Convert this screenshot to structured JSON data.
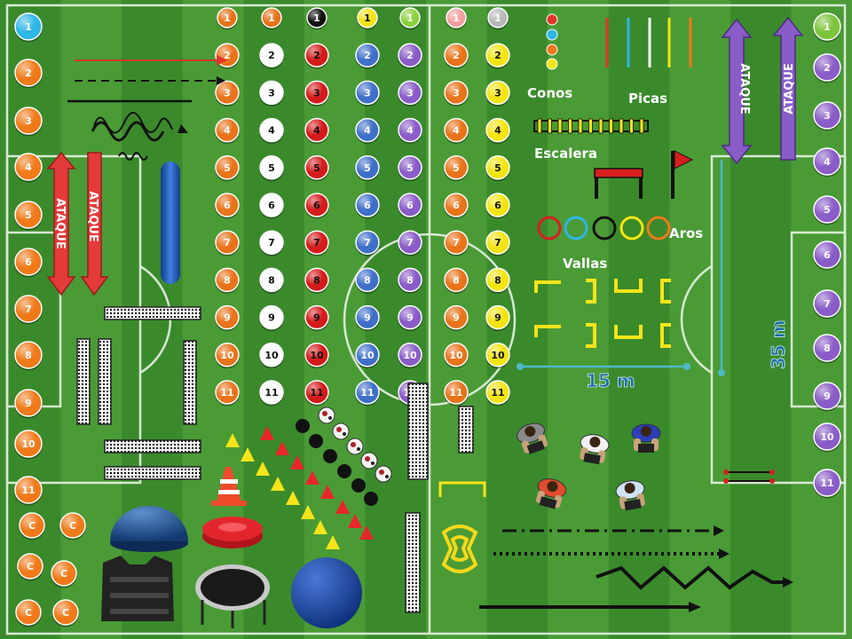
{
  "colors": {
    "grass_dark": "#3a8a2c",
    "grass_light": "#4a9b36",
    "line": "#e9f3e5",
    "token_orange": "#f07a1a",
    "token_cyan": "#2eb6e6",
    "token_purple": "#8a5cc8",
    "token_red": "#d81e1e"
  },
  "token_columns": {
    "rows": [
      "1",
      "2",
      "3",
      "4",
      "5",
      "6",
      "7",
      "8",
      "9",
      "10",
      "11"
    ],
    "columns": [
      {
        "fill": "#e8731a",
        "text": "#ffffff"
      },
      {
        "fill": "#ffffff",
        "text": "#111111"
      },
      {
        "fill": "#d41b1b",
        "text": "#111111"
      },
      {
        "fill": "#3f6fc8",
        "text": "#ffffff"
      },
      {
        "fill": "#8a5cc8",
        "text": "#ffffff"
      },
      {
        "fill": "#e8731a",
        "text": "#ffffff"
      },
      {
        "fill": "#f3e512",
        "text": "#111111"
      }
    ],
    "top_row_overrides": [
      {
        "fill": "#e8731a",
        "text": "#ffffff"
      },
      {
        "fill": "#e8731a",
        "text": "#ffffff"
      },
      {
        "fill": "#111111",
        "text": "#ffffff"
      },
      {
        "fill": "#f3e512",
        "text": "#111111"
      },
      {
        "fill": "#8bd13a",
        "text": "#ffffff"
      },
      {
        "fill": "#f2a0a0",
        "text": "#ffffff"
      },
      {
        "fill": "#b8b8b8",
        "text": "#ffffff"
      }
    ]
  },
  "side_tokens": {
    "left": [
      "1",
      "2",
      "3",
      "4",
      "5",
      "6",
      "7",
      "8",
      "9",
      "10",
      "11"
    ],
    "right": [
      "1",
      "2",
      "3",
      "4",
      "5",
      "6",
      "7",
      "8",
      "9",
      "10",
      "11"
    ]
  },
  "coach_tokens": [
    "C",
    "C",
    "C",
    "C",
    "C",
    "C"
  ],
  "labels": {
    "conos": "Conos",
    "picas": "Picas",
    "escalera": "Escalera",
    "aros": "Aros",
    "vallas": "Vallas",
    "distance_width": "15 m",
    "distance_length": "35 m",
    "ataque": "ATAQUE"
  },
  "picas_colors": [
    "#e2352a",
    "#2eb6e6",
    "#ffffff",
    "#f3e512",
    "#f07a1a"
  ],
  "conos_colors": [
    "#e2352a",
    "#2eb6e6",
    "#f07a1a",
    "#f3e512"
  ],
  "aros_colors": [
    "#d81e1e",
    "#2eb6e6",
    "#111111",
    "#f3e512",
    "#f07a1a"
  ]
}
